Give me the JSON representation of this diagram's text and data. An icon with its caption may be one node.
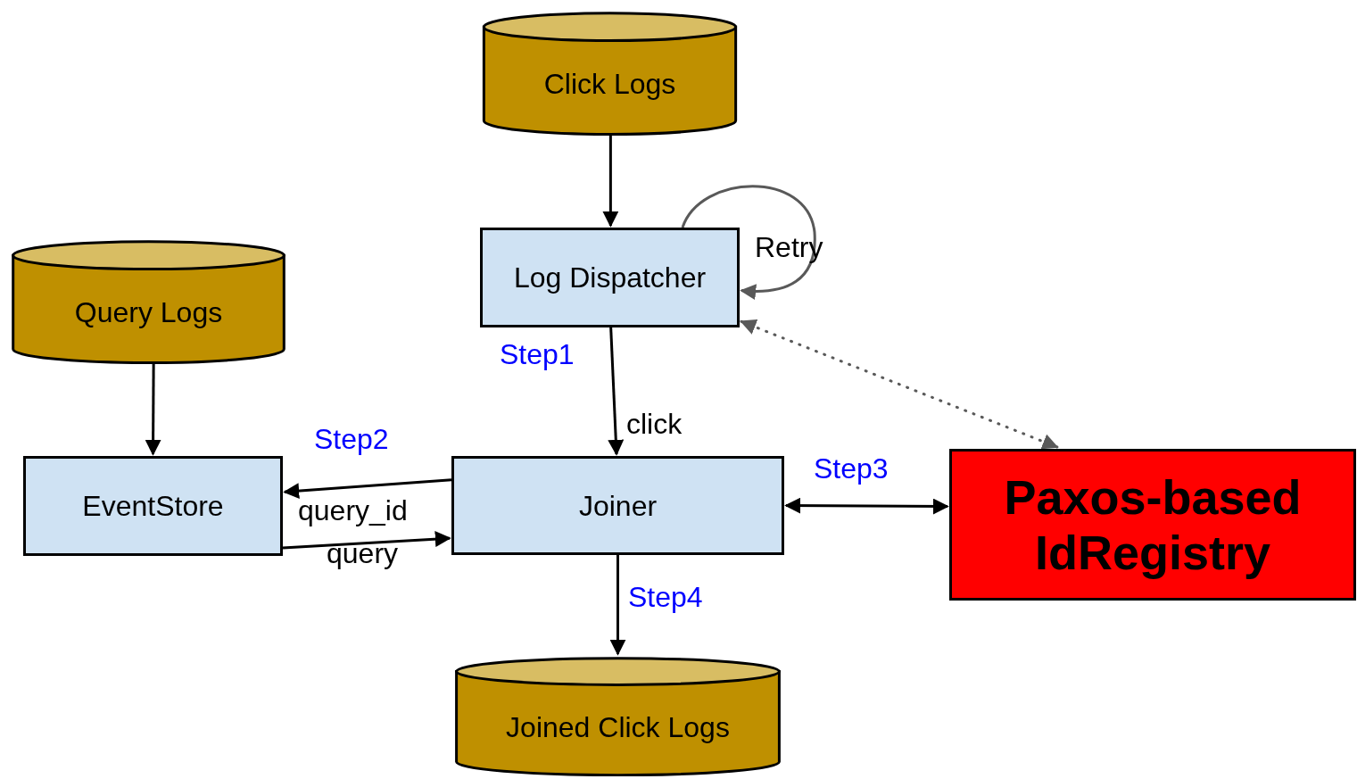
{
  "diagram": {
    "nodes": [
      {
        "text": [
          "Click Logs"
        ]
      },
      {
        "text": [
          "Log Dispatcher"
        ]
      },
      {
        "text": [
          "Query Logs"
        ]
      },
      {
        "text": [
          "EventStore"
        ]
      },
      {
        "text": [
          "Joiner"
        ]
      },
      {
        "text": [
          "Paxos-based IdRegistry"
        ]
      },
      {
        "text": [
          "Joined Click Logs"
        ]
      }
    ],
    "edges": [
      {
        "from": 0,
        "to": 1,
        "arrow": "to"
      },
      {
        "from": 1,
        "to": 1,
        "arrow": "to",
        "label": "Retry",
        "color": "#595959"
      },
      {
        "from": 5,
        "to": 1,
        "arrow": "both",
        "style": "dashed",
        "color": "#595959"
      },
      {
        "from": 1,
        "to": 4,
        "arrow": "to",
        "label": "click"
      },
      {
        "from": 2,
        "to": 3,
        "arrow": "to"
      },
      {
        "from": 4,
        "to": 3,
        "arrow": "to",
        "label": "query_id"
      },
      {
        "from": 3,
        "to": 4,
        "arrow": "to",
        "label": "query"
      },
      {
        "from": 4,
        "to": 5,
        "arrow": "both"
      },
      {
        "from": 4,
        "to": 6,
        "arrow": "to"
      }
    ],
    "labels": [
      "Step1",
      "Step2",
      "Step3",
      "Step4"
    ]
  }
}
